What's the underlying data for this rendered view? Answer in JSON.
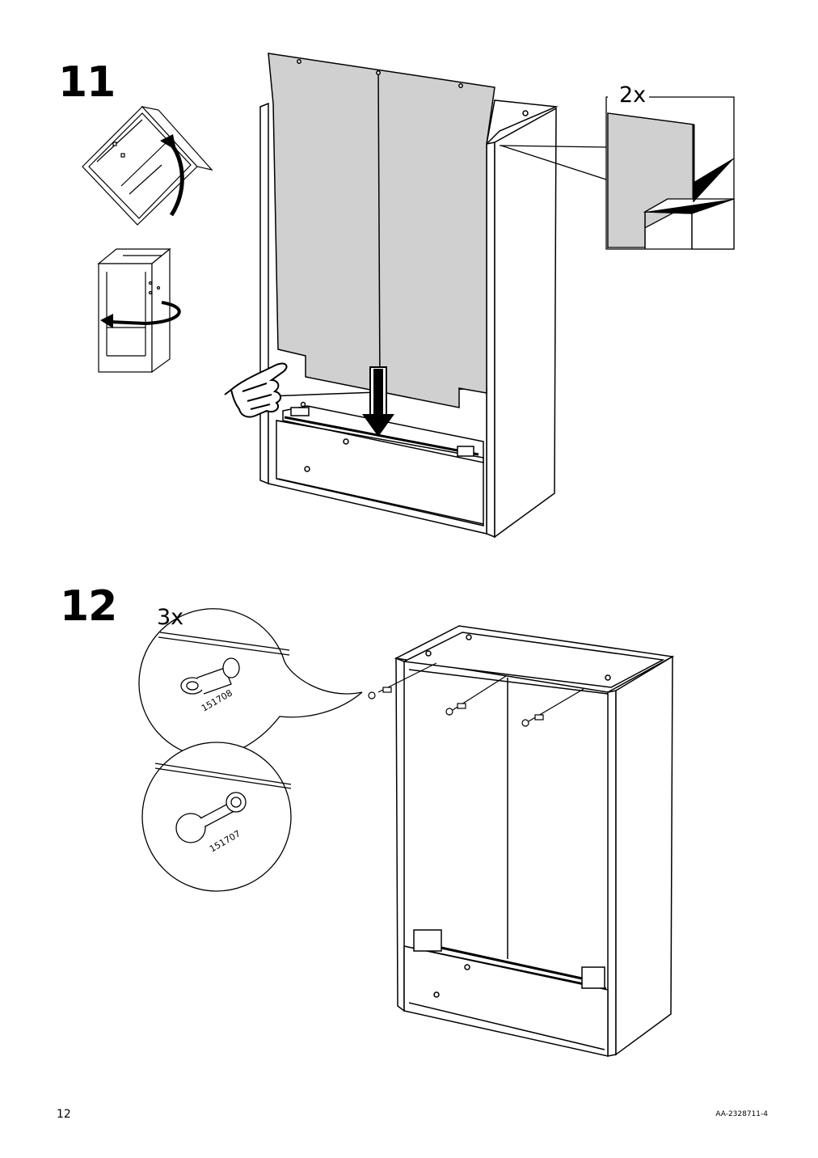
{
  "steps": {
    "step11": {
      "number": "11",
      "quantity": "2x"
    },
    "step12": {
      "number": "12",
      "quantity": "3x",
      "part_numbers": [
        "151708",
        "151707"
      ]
    }
  },
  "footer": {
    "page_number": "12",
    "doc_code": "AA-2328711-4"
  },
  "colors": {
    "panel_fill": "#d0d0d0",
    "line": "#000000",
    "background": "#ffffff"
  },
  "icons": [
    "rotate-arrow-icon",
    "turn-arrow-icon",
    "press-hand-icon",
    "down-arrow-icon"
  ]
}
